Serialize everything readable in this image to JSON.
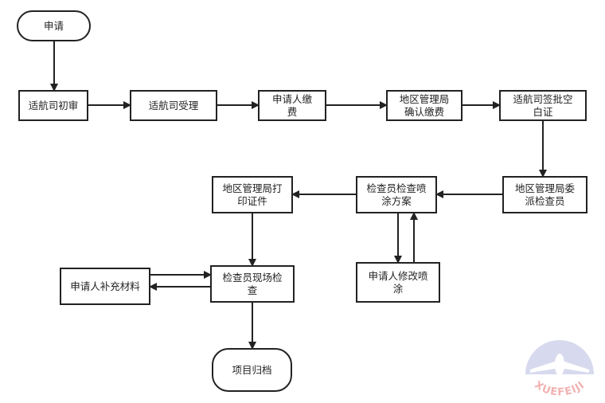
{
  "diagram": {
    "nodes": [
      {
        "id": "start",
        "lines": [
          "申请"
        ],
        "shape": "terminal"
      },
      {
        "id": "initial-review",
        "lines": [
          "适航司初审"
        ],
        "shape": "process"
      },
      {
        "id": "acceptance",
        "lines": [
          "适航司受理"
        ],
        "shape": "process"
      },
      {
        "id": "applicant-pay",
        "lines": [
          "申请人缴",
          "费"
        ],
        "shape": "process"
      },
      {
        "id": "confirm-pay",
        "lines": [
          "地区管理局",
          "确认缴费"
        ],
        "shape": "process"
      },
      {
        "id": "sign-certificate",
        "lines": [
          "适航司签批空",
          "白证"
        ],
        "shape": "process"
      },
      {
        "id": "assign-inspector",
        "lines": [
          "地区管理局委",
          "派检查员"
        ],
        "shape": "process"
      },
      {
        "id": "check-scheme",
        "lines": [
          "检查员检查喷",
          "涂方案"
        ],
        "shape": "process"
      },
      {
        "id": "print-certificate",
        "lines": [
          "地区管理局打",
          "印证件"
        ],
        "shape": "process"
      },
      {
        "id": "modify-paint",
        "lines": [
          "申请人修改喷",
          "涂"
        ],
        "shape": "process"
      },
      {
        "id": "onsite-inspection",
        "lines": [
          "检查员现场检",
          "查"
        ],
        "shape": "process"
      },
      {
        "id": "supplement-materials",
        "lines": [
          "申请人补充材料"
        ],
        "shape": "process"
      },
      {
        "id": "archive",
        "lines": [
          "项目归档"
        ],
        "shape": "terminal"
      }
    ],
    "edges": [
      {
        "from": "start",
        "to": "initial-review"
      },
      {
        "from": "initial-review",
        "to": "acceptance"
      },
      {
        "from": "acceptance",
        "to": "applicant-pay"
      },
      {
        "from": "applicant-pay",
        "to": "confirm-pay"
      },
      {
        "from": "confirm-pay",
        "to": "sign-certificate"
      },
      {
        "from": "sign-certificate",
        "to": "assign-inspector"
      },
      {
        "from": "assign-inspector",
        "to": "check-scheme"
      },
      {
        "from": "check-scheme",
        "to": "print-certificate"
      },
      {
        "from": "check-scheme",
        "to": "modify-paint"
      },
      {
        "from": "modify-paint",
        "to": "check-scheme"
      },
      {
        "from": "print-certificate",
        "to": "onsite-inspection"
      },
      {
        "from": "onsite-inspection",
        "to": "supplement-materials"
      },
      {
        "from": "supplement-materials",
        "to": "onsite-inspection"
      },
      {
        "from": "onsite-inspection",
        "to": "archive"
      }
    ]
  },
  "watermark": {
    "text": "XUEFEIJI"
  },
  "colors": {
    "stroke": "#222222",
    "box_fill": "#ffffff",
    "watermark_circle": "#c9cde8",
    "watermark_text": "#f2b2b2"
  }
}
